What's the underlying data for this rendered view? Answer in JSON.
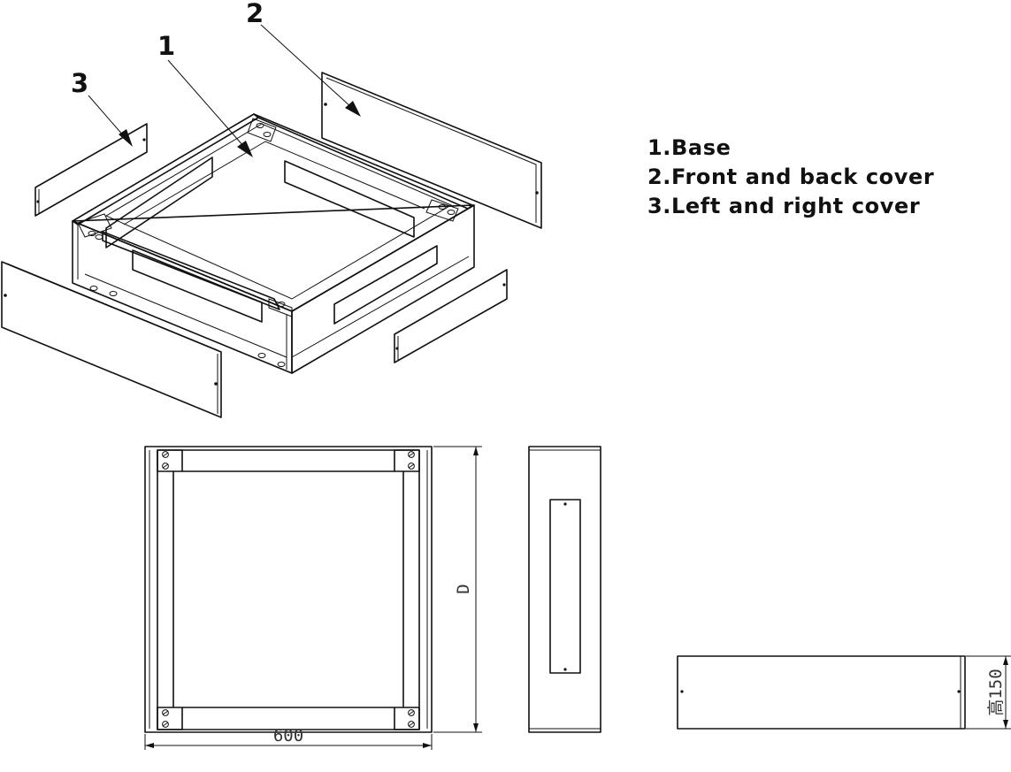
{
  "legend": {
    "items": [
      {
        "label": "1.Base"
      },
      {
        "label": "2.Front and back cover"
      },
      {
        "label": "3.Left and right cover"
      }
    ]
  },
  "callouts": {
    "base": "1",
    "front_back": "2",
    "left_right": "3"
  },
  "dimensions": {
    "width": "600",
    "depth": "D",
    "height": "高150"
  }
}
